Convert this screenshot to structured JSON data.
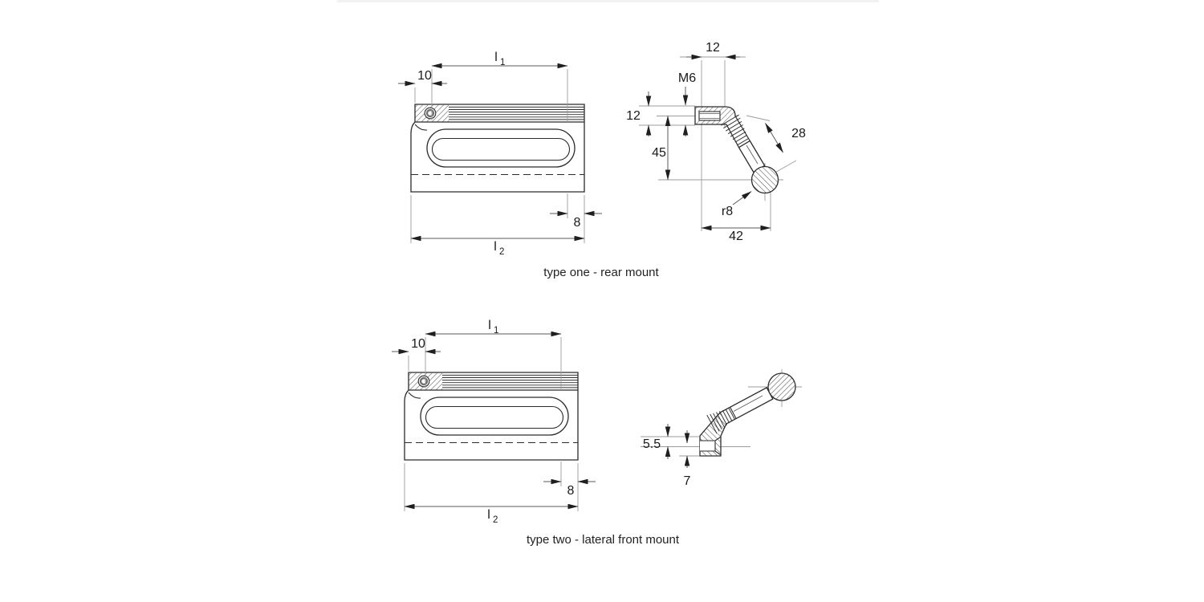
{
  "drawing": {
    "colors": {
      "line": "#2b2b2b",
      "thin": "#999999",
      "dim": "#5a5a5a",
      "hatch": "#4a4a4a",
      "text": "#1a1a1a",
      "page_edge": "#f2f2f2"
    },
    "fig1": {
      "caption": "type one - rear mount",
      "front": {
        "l1_base": "l",
        "l1_sub": "1",
        "dim10": "10",
        "dim8": "8",
        "l2_base": "l",
        "l2_sub": "2"
      },
      "side": {
        "dim_width12": "12",
        "dim_thread": "M6",
        "dim_height12": "12",
        "dim_45": "45",
        "dim_28": "28",
        "dim_r8": "r8",
        "dim_42": "42"
      }
    },
    "fig2": {
      "caption": "type two - lateral front mount",
      "front": {
        "l1_base": "l",
        "l1_sub": "1",
        "dim10": "10",
        "dim8": "8",
        "l2_base": "l",
        "l2_sub": "2"
      },
      "side": {
        "dim_55": "5.5",
        "dim_7": "7"
      }
    }
  }
}
